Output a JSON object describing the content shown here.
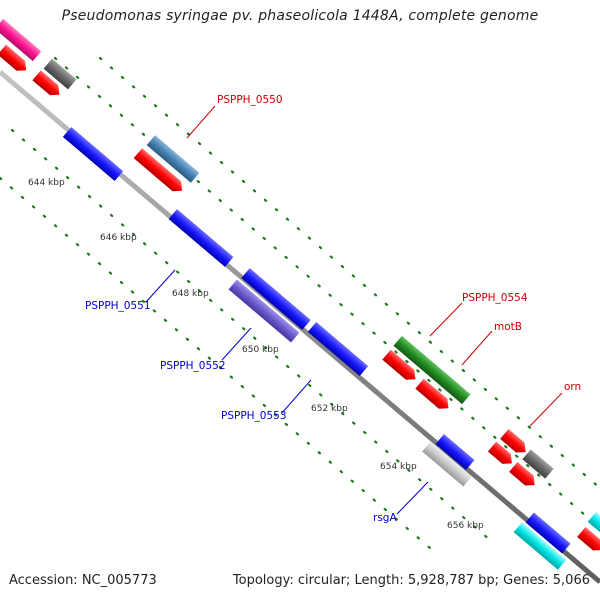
{
  "title": "Pseudomonas syringae pv. phaseolicola 1448A, complete genome",
  "footer": {
    "accession": "Accession: NC_005773",
    "summary": "Topology: circular; Length: 5,928,787 bp; Genes: 5,066"
  },
  "scale_ticks": [
    "644 kbp",
    "646 kbp",
    "648 kbp",
    "650 kbp",
    "652 kbp",
    "654 kbp",
    "656 kbp"
  ],
  "gene_labels": {
    "forward": [
      "PSPPH_0550",
      "PSPPH_0554",
      "motB",
      "orn"
    ],
    "reverse": [
      "PSPPH_0551",
      "PSPPH_0552",
      "PSPPH_0553",
      "rsgA"
    ]
  },
  "colors": {
    "backbone": "#8c8c8c",
    "forward_label": "#cc0000",
    "reverse_label": "#0000cc",
    "dotted_track": "#1a7a1a",
    "cds": "#ff0000",
    "gene_blue": "#1a1aff",
    "gene_steel": "#4682b4",
    "gene_slate": "#6a5acd",
    "gene_green": "#228b22",
    "gene_grey": "#696969",
    "gene_lightgrey": "#c8c8c8",
    "gene_cyan": "#00e5e5",
    "gene_pink": "#ff1493"
  }
}
